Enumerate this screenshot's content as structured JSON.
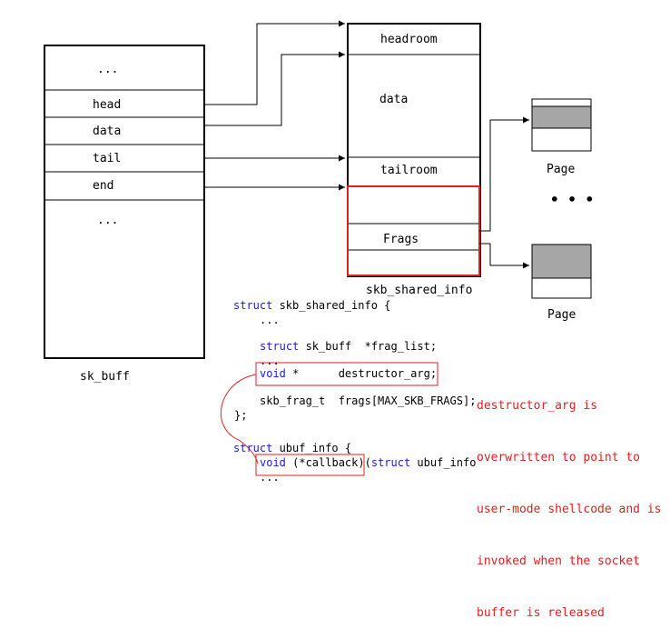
{
  "sk_buff": {
    "title": "sk_buff",
    "fields": [
      "...",
      "head",
      "data",
      "tail",
      "end",
      "..."
    ]
  },
  "buffer": {
    "title": "skb_shared_info",
    "regions": [
      "headroom",
      "data",
      "tailroom"
    ],
    "shared_info_fields": [
      "Frags"
    ]
  },
  "pages": {
    "page1_label": "Page",
    "page2_label": "Page",
    "ellipsis": "• • •"
  },
  "code": {
    "line1_kw": "struct",
    "line1_rest": " skb_shared_info {",
    "line2": "...",
    "line3_kw": "struct",
    "line3_rest": " sk_buff  *frag_list;",
    "line4": "...",
    "line5_kw": "void",
    "line5_rest": " *      destructor_arg;",
    "line6": "skb_frag_t  frags[MAX_SKB_FRAGS];",
    "line7": "};",
    "line8_kw": "struct",
    "line8_rest": " ubuf_info {",
    "line9_kw": "void",
    "line9_mid": " (*callback)",
    "line9_kw2": "struct",
    "line9_rest": " ubuf_info",
    "line10": "..."
  },
  "note": {
    "lines": [
      "destructor_arg is",
      "overwritten to point to",
      "user-mode shellcode and is",
      "invoked when the socket",
      "buffer is released"
    ]
  },
  "colors": {
    "highlight": "#e0201e",
    "keyword": "#1a1ad6",
    "page_fill": "#a6a6a6"
  }
}
